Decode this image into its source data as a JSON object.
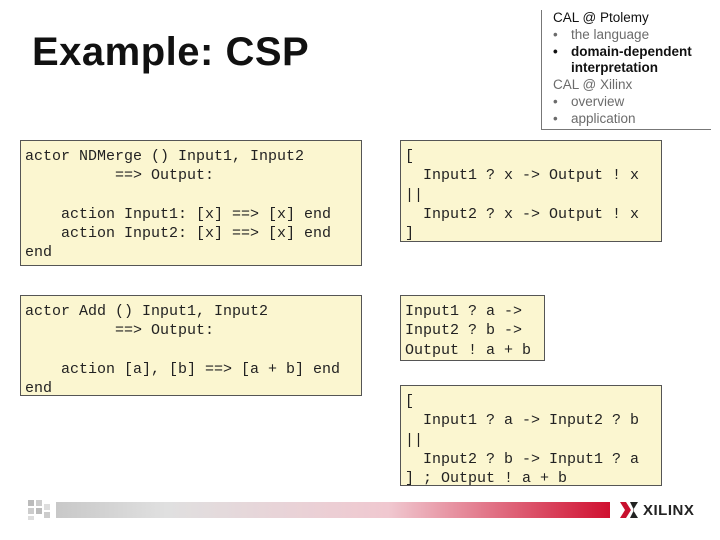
{
  "slide": {
    "title": "Example: CSP"
  },
  "agenda": {
    "line1": "CAL @ Ptolemy",
    "line2": "the language",
    "line3": "domain-dependent",
    "line4": "interpretation",
    "line5": "CAL @ Xilinx",
    "line6": "overview",
    "line7": "application"
  },
  "code": {
    "ndmerge": "actor NDMerge () Input1, Input2\n          ==> Output:\n\n    action Input1: [x] ==> [x] end\n    action Input2: [x] ==> [x] end\nend",
    "add": "actor Add () Input1, Input2\n          ==> Output:\n\n    action [a], [b] ==> [a + b] end\nend",
    "csp_merge": "[\n  Input1 ? x -> Output ! x\n||\n  Input2 ? x -> Output ! x\n]",
    "csp_add_seq": "Input1 ? a ->\nInput2 ? b ->\nOutput ! a + b",
    "csp_add_par": "[\n  Input1 ? a -> Input2 ? b\n||\n  Input2 ? b -> Input1 ? a\n] ; Output ! a + b"
  },
  "logo": {
    "text": "XILINX"
  },
  "colors": {
    "code_background": "#fbf6d0",
    "brand_red": "#d01030"
  }
}
